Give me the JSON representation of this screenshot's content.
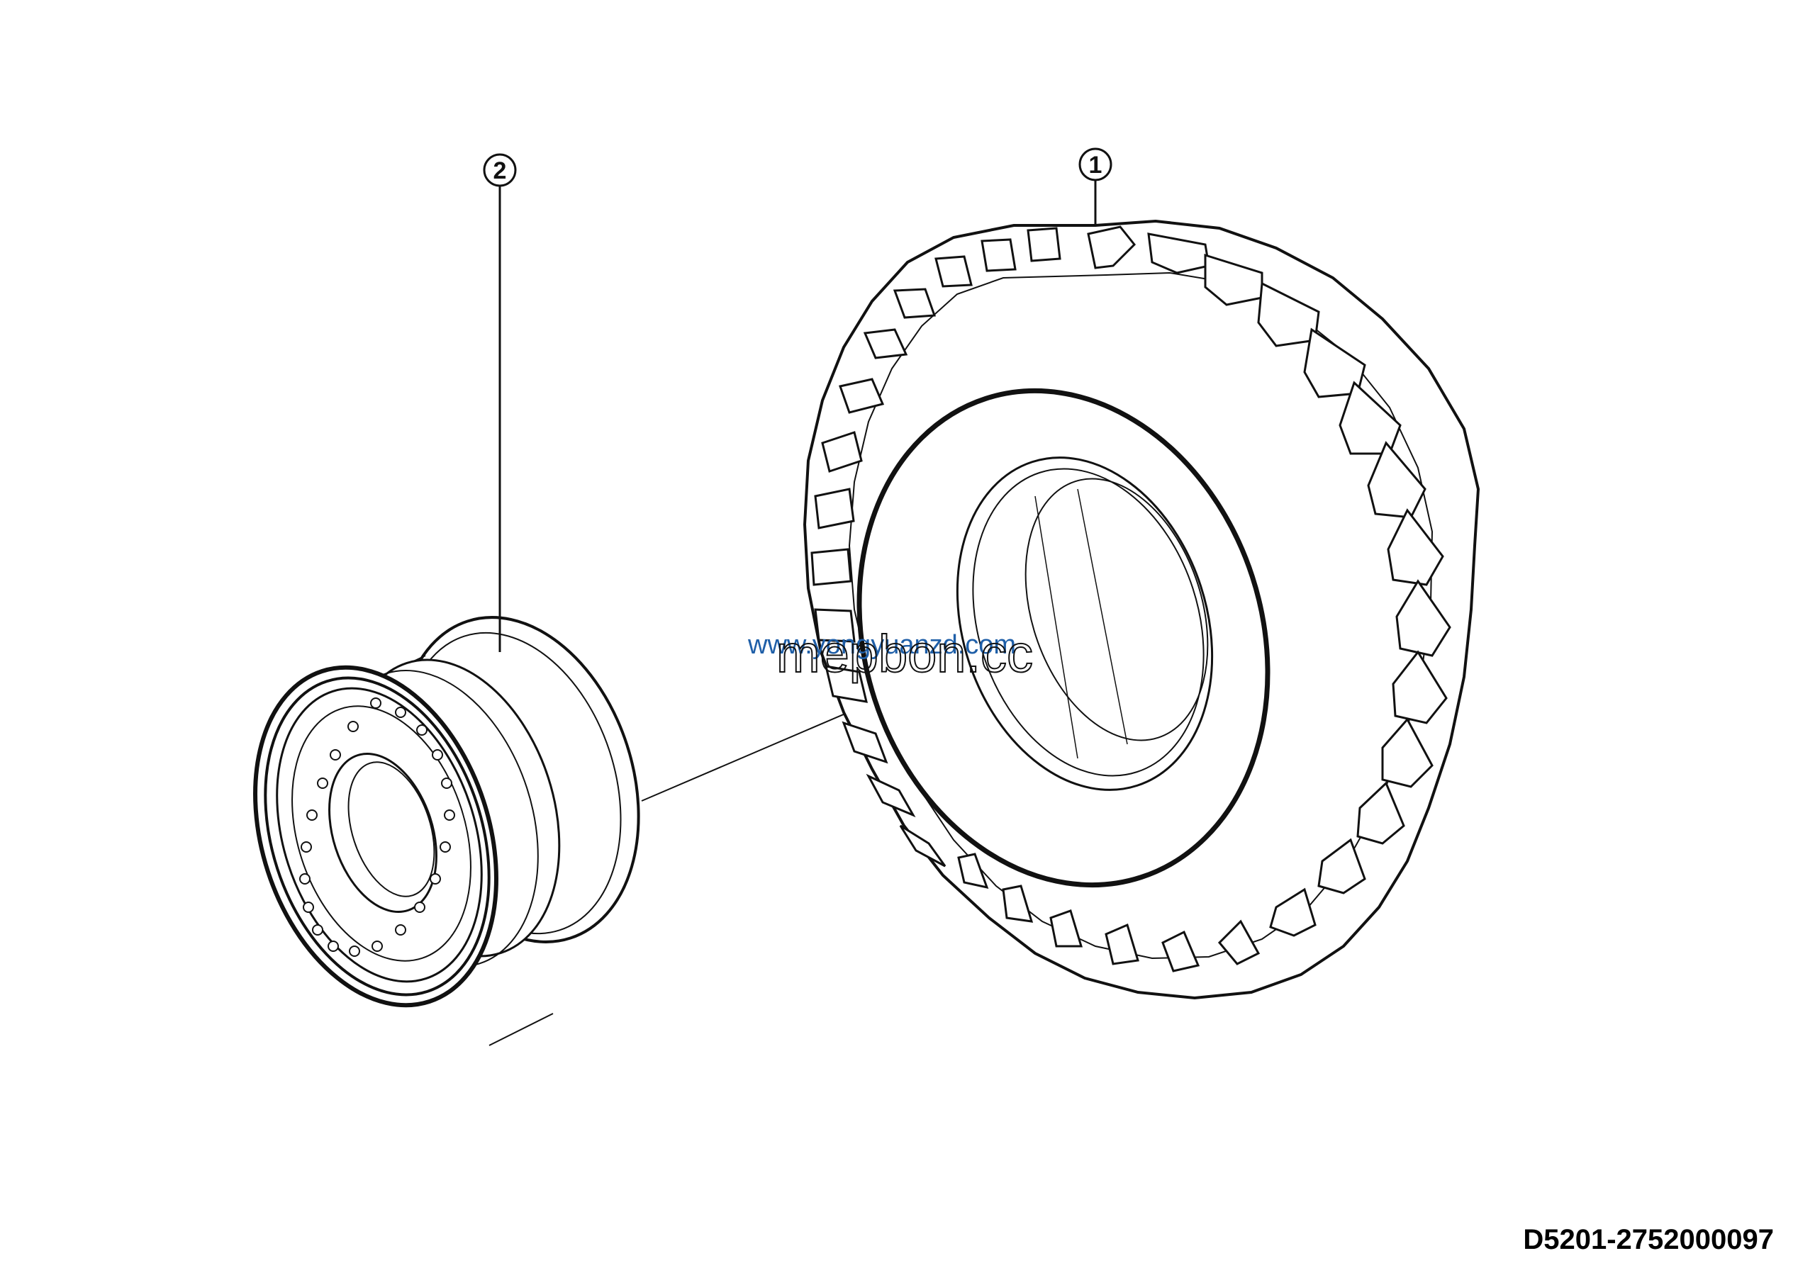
{
  "callouts": [
    {
      "number": "1",
      "part": "tire"
    },
    {
      "number": "2",
      "part": "rim"
    }
  ],
  "watermark": {
    "url": "www.yongyuanzd.com",
    "big": "mepbon.cc"
  },
  "drawing_code": "D5201-2752000097"
}
